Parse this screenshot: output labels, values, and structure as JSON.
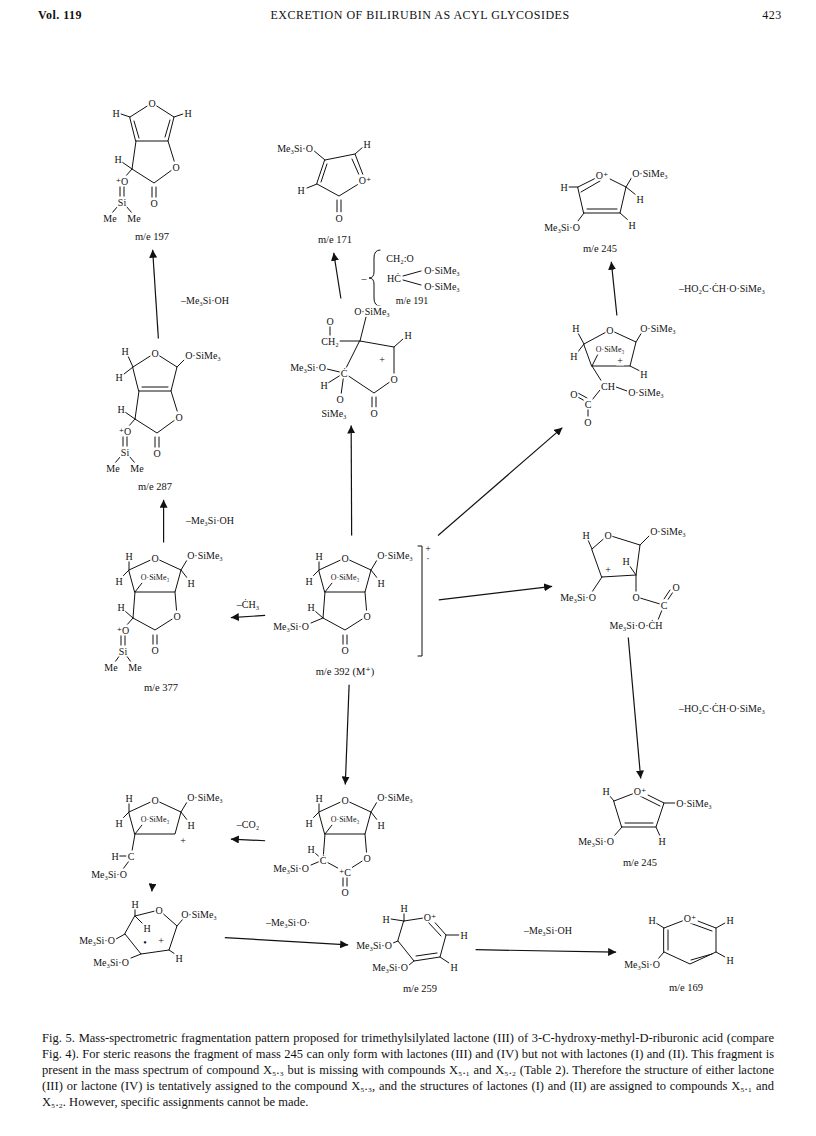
{
  "diagram": {
    "caption": "Fig. 5. Mass-spectrometric fragmentation pattern proposed for trimethylsilylated lactone (III) of 3-C-hydroxy-methyl-D-riburonic acid (compare Fig. 4). For steric reasons the fragment of mass 245 can only form with lactones (III) and (IV) but not with lactones (I) and (II). This fragment is present in the mass spectrum of compound X₅.₃ but is missing with compounds X₅.₁ and X₅.₂ (Table 2). Therefore the structure of either lactone (III) or lactone (IV) is tentatively assigned to the compound X₅.₃, and the structures of lactones (I) and (II) are assigned to compounds X₅.₁ and X₅.₂. However, specific assignments cannot be made.",
    "nodes": [
      {
        "text": [
          "H",
          "O",
          "H",
          "H",
          "⁺O",
          "Si",
          "Me",
          "Me",
          "O",
          "O",
          "m/e 197"
        ]
      },
      {
        "text": [
          "Me₃Si·O",
          "H",
          "O⁺",
          "H",
          "O",
          "m/e 171"
        ]
      },
      {
        "text": [
          "H",
          "O⁺",
          "O·SiMe₃",
          "H",
          "Me₃Si·O",
          "H",
          "m/e 245"
        ]
      },
      {
        "text": [
          "H",
          "O",
          "O·SiMe₃",
          "H",
          "H",
          "⁺O",
          "Si",
          "Me",
          "Me",
          "O",
          "O",
          "m/e 287"
        ]
      },
      {
        "text": [
          "O·SiMe₃",
          "O",
          "CH₂",
          "H",
          "+",
          "Me₃Si·O",
          "Ċ",
          "H",
          "O",
          "O",
          "SiMe₃",
          "O"
        ]
      },
      {
        "text": [
          "H",
          "O",
          "O·SiMe₃",
          "H",
          "O·SiMe₃",
          "+",
          "H",
          "CH",
          "O·SiMe₃",
          "O",
          "C",
          "O"
        ]
      },
      {
        "text": [
          "H",
          "O",
          "O·SiMe₃",
          "H",
          "O·SiMe₃",
          "H",
          "H",
          "⁺O",
          "Si",
          "Me",
          "Me",
          "O",
          "O",
          "m/e 377"
        ]
      },
      {
        "text": [
          "H",
          "O",
          "O·SiMe₃",
          "+",
          "·",
          "H",
          "O·SiMe₃",
          "H",
          "H",
          "Me₃Si·O",
          "O",
          "O",
          "m/e 392 (M⁺)"
        ]
      },
      {
        "text": [
          "H",
          "O",
          "O·SiMe₃",
          "H",
          "+",
          "Me₃Si·O",
          "O",
          "C",
          "O",
          "Me₃Si·O·ĊH"
        ]
      },
      {
        "text": [
          "H",
          "O",
          "O·SiMe₃",
          "H",
          "O·SiMe₃",
          "H",
          "+",
          "H",
          "C",
          "Me₃Si·O"
        ]
      },
      {
        "text": [
          "H",
          "O",
          "O·SiMe₃",
          "H",
          "O·SiMe₃",
          "H",
          "H",
          "Me₃Si·O",
          "Ċ",
          "⁺C",
          "O",
          "O"
        ]
      },
      {
        "text": [
          "H",
          "O⁺",
          "O·SiMe₃",
          "H",
          "Me₃Si·O",
          "m/e 245"
        ]
      },
      {
        "text": [
          "H",
          "H",
          "O",
          "O·SiMe₃",
          "Me₃Si·O",
          "•",
          "+",
          "H",
          "Me₃Si·O"
        ]
      },
      {
        "text": [
          "H",
          "H",
          "O⁺",
          "H",
          "Me₃Si·O",
          "H",
          "Me₃Si·O",
          "m/e 259"
        ]
      },
      {
        "text": [
          "H",
          "O⁺",
          "H",
          "H",
          "Me₃Si·O",
          "m/e 169"
        ]
      }
    ],
    "edges": [
      {
        "from": 3,
        "to": 0,
        "arrow": "to"
      },
      {
        "from": 4,
        "to": 1,
        "arrow": "to"
      },
      {
        "from": 5,
        "to": 2,
        "arrow": "to"
      },
      {
        "from": 6,
        "to": 3,
        "arrow": "to"
      },
      {
        "from": 7,
        "to": 4,
        "arrow": "to"
      },
      {
        "from": 7,
        "to": 5,
        "arrow": "to"
      },
      {
        "from": 7,
        "to": 6,
        "arrow": "to"
      },
      {
        "from": 7,
        "to": 8,
        "arrow": "to"
      },
      {
        "from": 7,
        "to": 10,
        "arrow": "to"
      },
      {
        "from": 8,
        "to": 11,
        "arrow": "to"
      },
      {
        "from": 10,
        "to": 9,
        "arrow": "to"
      },
      {
        "from": 9,
        "to": 12,
        "arrow": "to"
      },
      {
        "from": 12,
        "to": 13,
        "arrow": "to"
      },
      {
        "from": 13,
        "to": 14,
        "arrow": "to"
      }
    ],
    "labels": [
      "Vol. 119",
      "EXCRETION OF BILIRUBIN AS ACYL GLYCOSIDES",
      "423",
      "–Me₃Si·OH",
      "CH₂:O",
      "–",
      "O·SiMe₃",
      "HĊ",
      "O·SiMe₃",
      "m/e 191",
      "–HO₂C·ĊH·O·SiMe₃",
      "–Me₃Si·OH",
      "–ĊH₃",
      "–HO₂C·ĊH·O·SiMe₃",
      "–CO₂",
      "–Me₃Si·O·",
      "–Me₃Si·OH"
    ]
  }
}
